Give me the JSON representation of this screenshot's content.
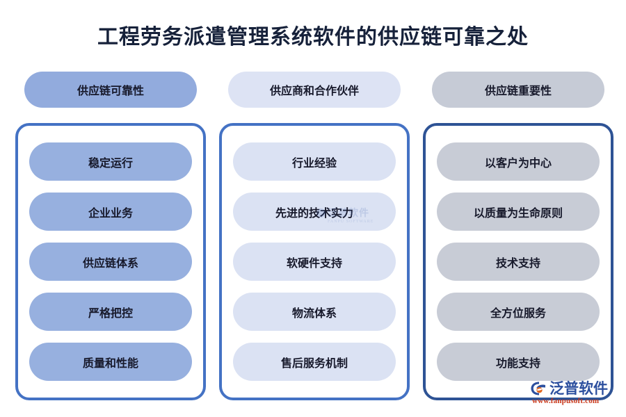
{
  "title": "工程劳务派遣管理系统软件的供应链可靠之处",
  "colors": {
    "title_text": "#16213a",
    "col1_header_bg": "#92abdd",
    "col1_item_bg": "#97b0df",
    "col1_border": "#4472c4",
    "col2_header_bg": "#dde3f4",
    "col2_item_bg": "#dbe2f3",
    "col2_border": "#4472c4",
    "col3_header_bg": "#c6cbd6",
    "col3_item_bg": "#c8ccd6",
    "col3_border": "#2e5395",
    "logo_text": "#2c4f9e",
    "logo_url": "#c8371a",
    "page_bg": "#ffffff"
  },
  "columns": [
    {
      "header": "供应链可靠性",
      "items": [
        "稳定运行",
        "企业业务",
        "供应链体系",
        "严格把控",
        "质量和性能"
      ]
    },
    {
      "header": "供应商和合作伙伴",
      "items": [
        "行业经验",
        "先进的技术实力",
        "软硬件支持",
        "物流体系",
        "售后服务机制"
      ]
    },
    {
      "header": "供应链重要性",
      "items": [
        "以客户为中心",
        "以质量为生命原则",
        "技术支持",
        "全方位服务",
        "功能支持"
      ]
    }
  ],
  "watermark": {
    "cn": "泛普软件",
    "en": "FANPU SOFTWARE"
  },
  "logo": {
    "cn": "泛普软件",
    "url": "www.fanpusoft.com"
  }
}
